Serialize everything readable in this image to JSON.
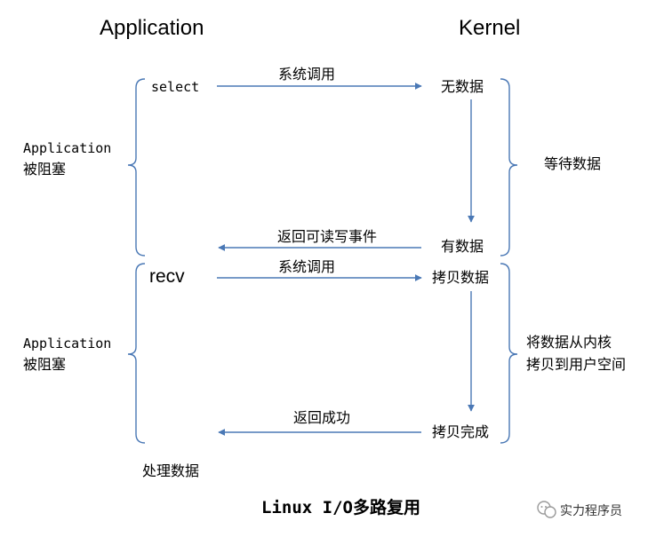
{
  "headers": {
    "application": "Application",
    "kernel": "Kernel"
  },
  "app_side": {
    "select_label": "select",
    "recv_label": "recv",
    "blocked_1_line1": "Application",
    "blocked_1_line2": "被阻塞",
    "blocked_2_line1": "Application",
    "blocked_2_line2": "被阻塞",
    "process_data": "处理数据"
  },
  "kernel_side": {
    "no_data": "无数据",
    "has_data": "有数据",
    "copy_data": "拷贝数据",
    "copy_done": "拷贝完成",
    "wait_data": "等待数据",
    "copy_desc_line1": "将数据从内核",
    "copy_desc_line2": "拷贝到用户空间"
  },
  "arrows": {
    "syscall_1": "系统调用",
    "readable_event": "返回可读写事件",
    "syscall_2": "系统调用",
    "return_success": "返回成功"
  },
  "caption": "Linux I/O多路复用",
  "watermark": "实力程序员",
  "colors": {
    "arrow": "#4a78b5",
    "text": "#000000"
  }
}
